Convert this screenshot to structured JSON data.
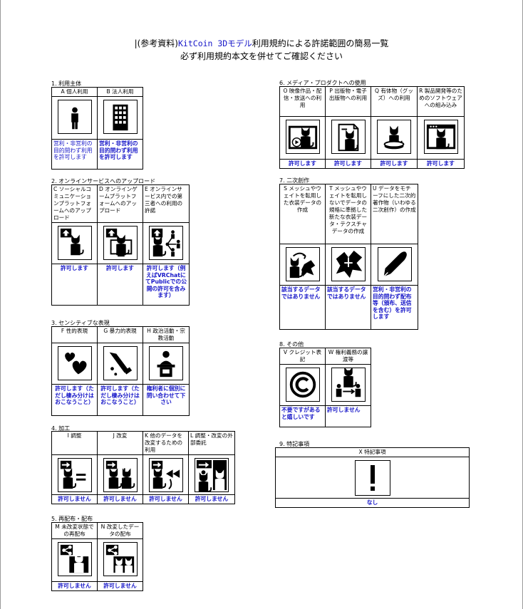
{
  "header": {
    "line1_prefix": "|(参考資料)",
    "line1_keyword": "KitCoin 3Dモデル",
    "line1_suffix": "利用規約による許諾範囲の簡易一覧",
    "line2": "必ず利用規約本文を併せてご確認ください"
  },
  "sections": {
    "s1": {
      "title": "1. 利用主体",
      "items": [
        {
          "label": "A 個人利用",
          "icon": "person-icon",
          "result": "営利・非営利の目的問わず利用を許可します"
        },
        {
          "label": "B 法人利用",
          "icon": "building-icon",
          "result": "営利・非営利の目的問わず利用を許可します"
        }
      ]
    },
    "s2": {
      "title": "2. オンラインサービスへのアップロード",
      "items": [
        {
          "label": "C ソーシャルコミュニケーションプラットフォームへのアップロード",
          "icon": "upload-social-icon",
          "result": "許可します"
        },
        {
          "label": "D オンラインゲームプラットフォームへのアップロード",
          "icon": "upload-game-icon",
          "result": "許可します"
        },
        {
          "label": "E オンラインサービス内での第三者への利用の許諾",
          "icon": "third-party-share-icon",
          "result": "許可します（例えばVRChatにてPublicでの公開の許可を含みます）"
        }
      ]
    },
    "s3": {
      "title": "3. センシティブな表現",
      "items": [
        {
          "label": "F 性的表現",
          "icon": "hearts-icon",
          "result": "許可します（ただし棲み分けはおこなうこと）"
        },
        {
          "label": "G 暴力的表現",
          "icon": "knife-icon",
          "result": "許可します（ただし棲み分けはおこなうこと）"
        },
        {
          "label": "H 政治活動・宗教活動",
          "icon": "podium-icon",
          "result": "権利者に個別に問い合わせて下さい"
        }
      ]
    },
    "s4": {
      "title": "4. 加工",
      "items": [
        {
          "label": "I 調整",
          "icon": "adjust-icon",
          "result": "許可しません"
        },
        {
          "label": "J 改変",
          "icon": "modify-icon",
          "result": "許可しません"
        },
        {
          "label": "K 他のデータを改変するための利用",
          "icon": "use-for-other-icon",
          "result": "許可しません"
        },
        {
          "label": "L 調整・改変の外部委託",
          "icon": "outsource-icon",
          "result": "許可しません"
        }
      ]
    },
    "s5": {
      "title": "5. 再配布・配布",
      "items": [
        {
          "label": "M 未改変状態での再配布",
          "icon": "redistribute-icon",
          "result": "許可しません"
        },
        {
          "label": "N 改変したデータの配布",
          "icon": "distribute-modified-icon",
          "result": "許可しません"
        }
      ]
    },
    "s6": {
      "title": "6. メディア・プロダクトへの使用",
      "items": [
        {
          "label": "O 映像作品・配信・放送への利用",
          "icon": "video-icon",
          "result": "許可します"
        },
        {
          "label": "P 出版物・電子出版物への利用",
          "icon": "publication-icon",
          "result": "許可します"
        },
        {
          "label": "Q 有体物（グッズ）への利用",
          "icon": "figure-goods-icon",
          "result": "許可します"
        },
        {
          "label": "R 製品開発等のためのソフトウェアへの組み込み",
          "icon": "software-icon",
          "result": "許可します"
        }
      ]
    },
    "s7": {
      "title": "7. 二次創作",
      "items": [
        {
          "label": "S メッシュやウェイトを転用した衣装データの作成",
          "icon": "mesh-transfer-icon",
          "result": "該当するデータではありません"
        },
        {
          "label": "T メッシュやウェイトを転用しないでデータの規格に準拠した新たな衣装データ・テクスチャデータの作成",
          "icon": "new-clothes-icon",
          "result": "該当するデータではありません"
        },
        {
          "label": "U データをモチーフにした二次的著作物（いわゆる二次創作）の作成",
          "icon": "pen-icon",
          "result": "営利・非営利の目的問わず配布等（頒布、送信を含む）を許可します"
        }
      ]
    },
    "s8": {
      "title": "8. その他",
      "items": [
        {
          "label": "V クレジット表記",
          "icon": "copyright-icon",
          "result": "不要ですがあると嬉しいです"
        },
        {
          "label": "W 権利義務の譲渡等",
          "icon": "transfer-rights-icon",
          "result": "許可しません"
        }
      ]
    },
    "s9": {
      "title": "9. 特記事項",
      "items": [
        {
          "label": "X 特記事項",
          "icon": "exclamation-icon",
          "result": "なし"
        }
      ]
    }
  }
}
